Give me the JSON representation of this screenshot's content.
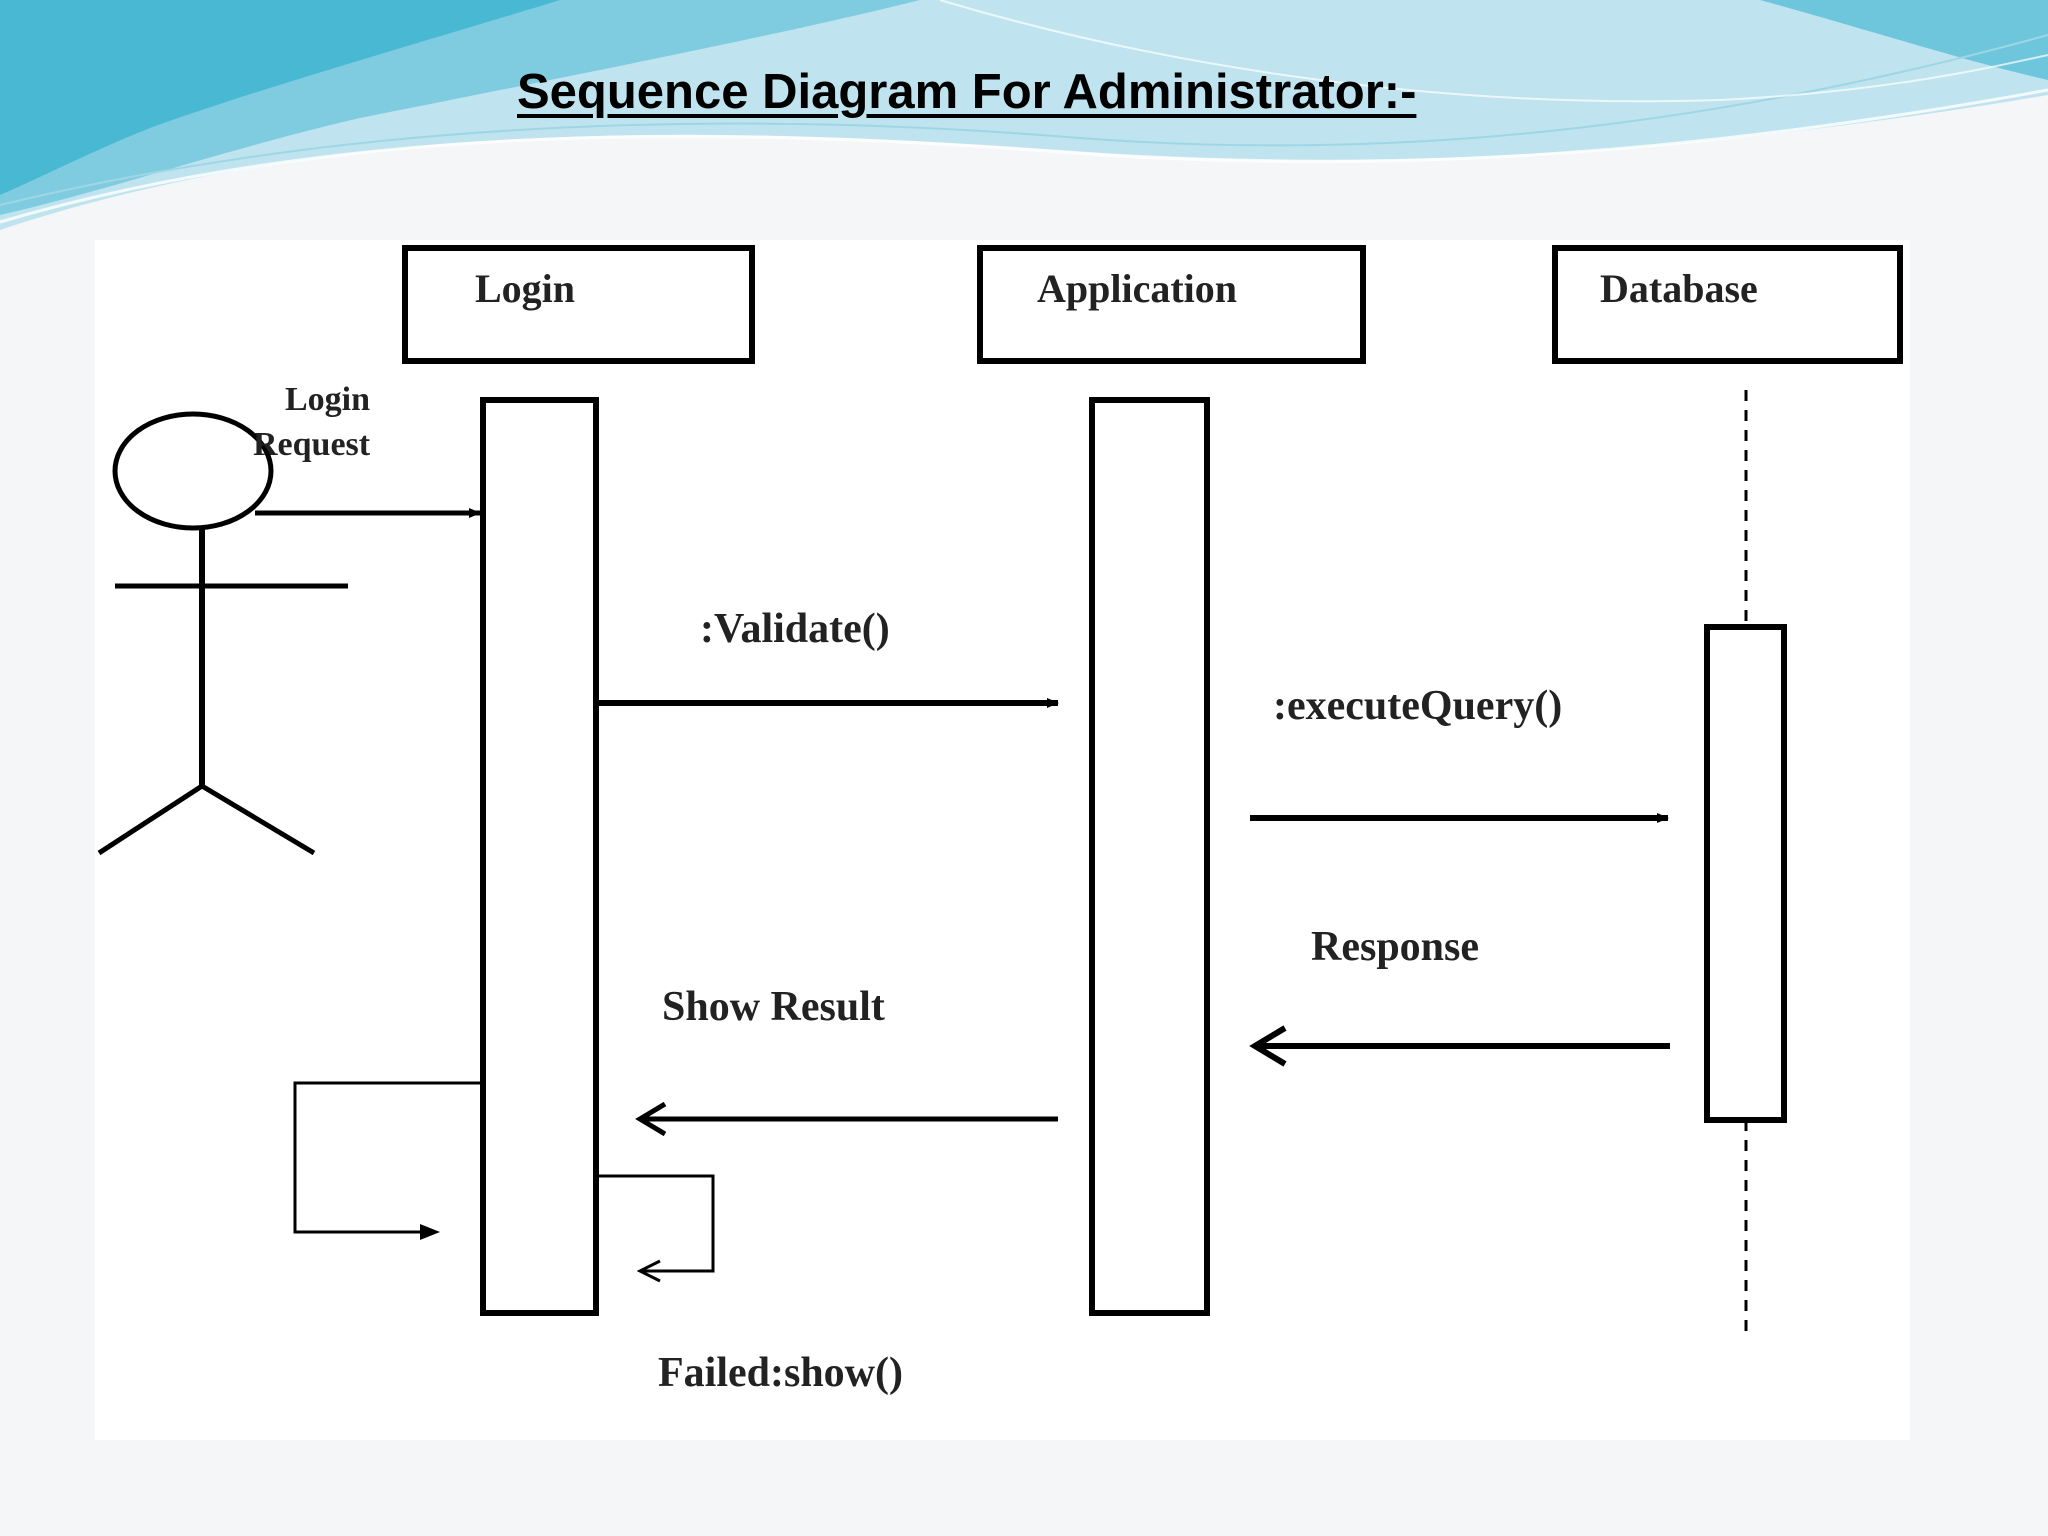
{
  "slide": {
    "title": "Sequence Diagram For Administrator:-"
  },
  "diagram": {
    "lifelines": [
      {
        "id": "login",
        "label": "Login"
      },
      {
        "id": "application",
        "label": "Application"
      },
      {
        "id": "database",
        "label": "Database"
      }
    ],
    "actor": {
      "icon": "stick-figure-actor-icon"
    },
    "messages": {
      "login_request_line1": "Login",
      "login_request_line2": "Request",
      "validate": ":Validate()",
      "execute_query": ":executeQuery()",
      "response": "Response",
      "show_result": "Show Result",
      "failed_show": "Failed:show()"
    }
  },
  "colors": {
    "background": "#f4f6f7",
    "wave_light": "#bfe4ef",
    "wave_mid": "#7fcce0",
    "wave_dark": "#49b8d3",
    "stroke": "#000000",
    "text": "#222222"
  }
}
